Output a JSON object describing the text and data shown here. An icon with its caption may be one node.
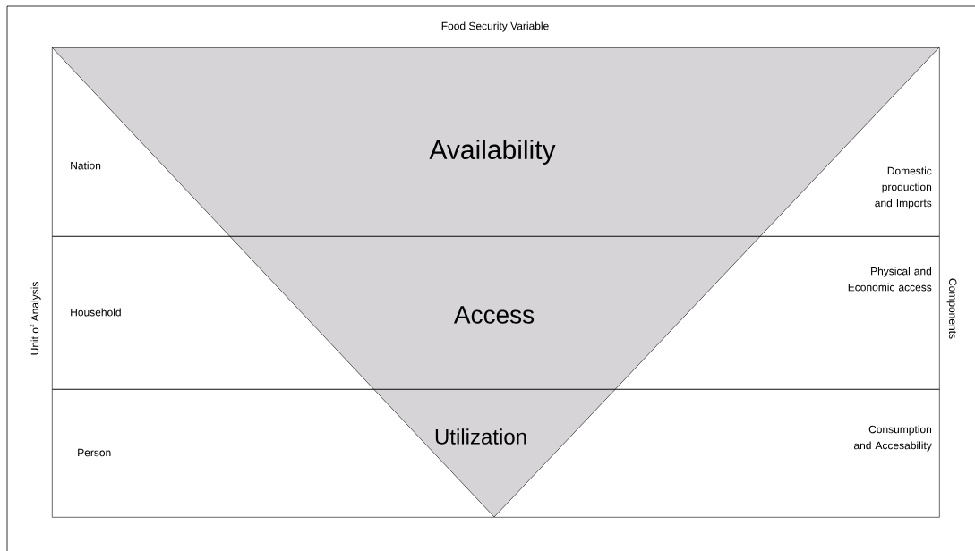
{
  "diagram": {
    "title": "Food Security Variable",
    "nodes": [
      {
        "text": [
          "Nation",
          "Domestic production and Imports"
        ]
      },
      {
        "text": [
          "Household",
          "Physical and Economic access"
        ]
      },
      {
        "text": [
          "Person",
          "Consumption and Accesability"
        ]
      },
      {
        "text": [
          "Availability"
        ],
        "in": 0
      },
      {
        "text": [
          "Access"
        ],
        "in": 1
      },
      {
        "text": [
          "Utilization"
        ],
        "in": 2
      }
    ],
    "labels": [
      "Unit of Analysis",
      "Components"
    ]
  }
}
